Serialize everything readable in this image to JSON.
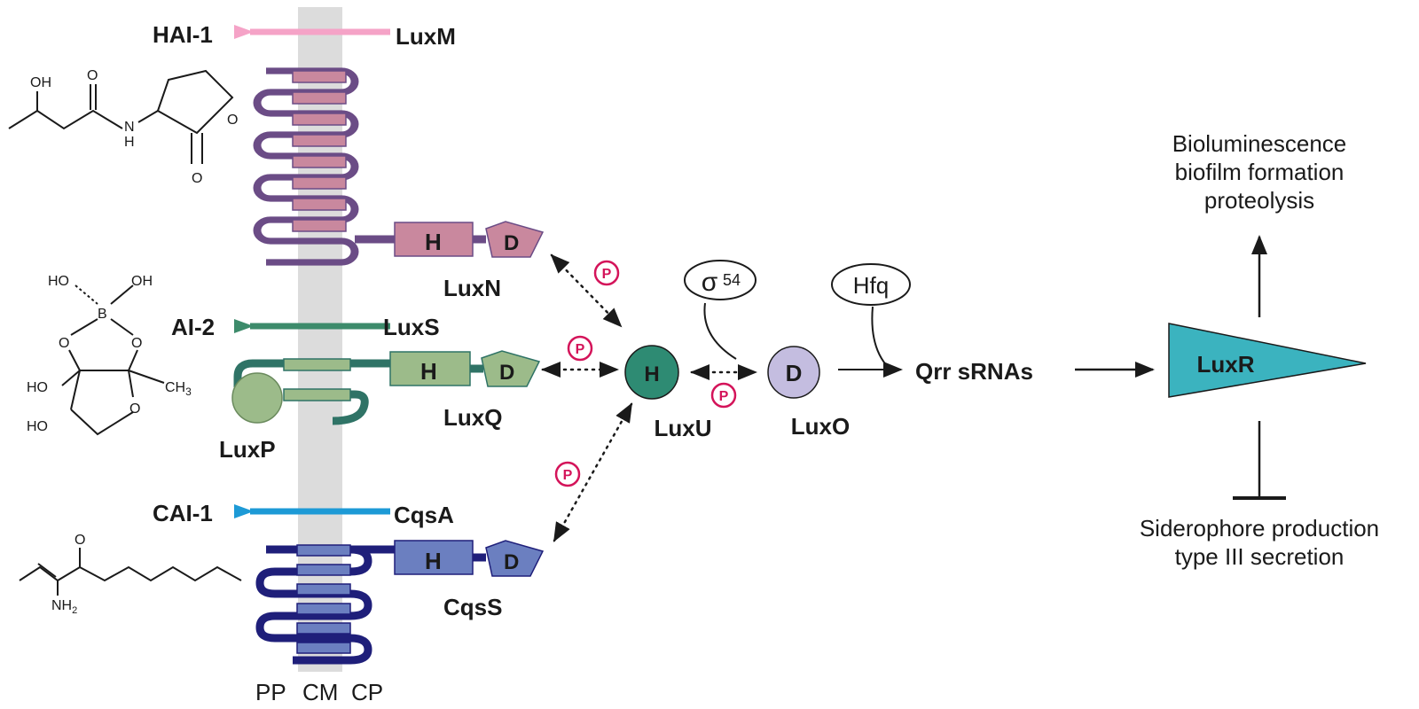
{
  "signals": {
    "hai1": "HAI-1",
    "ai2": "AI-2",
    "cai1": "CAI-1"
  },
  "synthases": {
    "luxm": "LuxM",
    "luxs": "LuxS",
    "cqsa": "CqsA"
  },
  "receptors": {
    "luxn": "LuxN",
    "luxq": "LuxQ",
    "luxp": "LuxP",
    "cqss": "CqsS",
    "h_domain": "H",
    "d_domain": "D"
  },
  "cascade": {
    "luxu": "LuxU",
    "luxu_h": "H",
    "luxo": "LuxO",
    "luxo_d": "D",
    "sigma": "σ",
    "sigma_num": "54",
    "hfq": "Hfq",
    "qrr": "Qrr sRNAs",
    "luxr": "LuxR",
    "phospho": "P"
  },
  "outputs": {
    "activated": [
      "Bioluminescence",
      "biofilm formation",
      "proteolysis"
    ],
    "repressed": [
      "Siderophore production",
      "type III secretion"
    ]
  },
  "membrane": {
    "pp": "PP",
    "cm": "CM",
    "cp": "CP"
  },
  "chem": {
    "hai1_oh": "OH",
    "hai1_o1": "O",
    "hai1_nh": "N",
    "hai1_h": "H",
    "hai1_ring_o": "O",
    "hai1_keto_o": "O",
    "ai2_ho1": "HO",
    "ai2_oh1": "OH",
    "ai2_b": "B",
    "ai2_o_left": "O",
    "ai2_o_right": "O",
    "ai2_ho2": "HO",
    "ai2_ch3": "CH",
    "ai2_ch3_sub": "3",
    "ai2_o_ring": "O",
    "ai2_ho3": "HO",
    "cai1_o": "O",
    "cai1_nh2": "NH",
    "cai1_nh2_sub": "2"
  },
  "colors": {
    "luxm_arrow": "#f5a3c7",
    "luxs_arrow": "#3d8b6b",
    "cqsa_arrow": "#1d9ad6",
    "luxn_line": "#6b4c86",
    "luxn_box": "#c9889e",
    "luxq_line": "#2f7366",
    "luxq_box": "#9cbb8a",
    "cqss_line": "#1f1f7a",
    "cqss_box": "#6b7fc0",
    "luxu": "#2e8b73",
    "luxo": "#c4bde0",
    "luxr": "#3bb3bf",
    "membrane": "#dcdcdc"
  }
}
